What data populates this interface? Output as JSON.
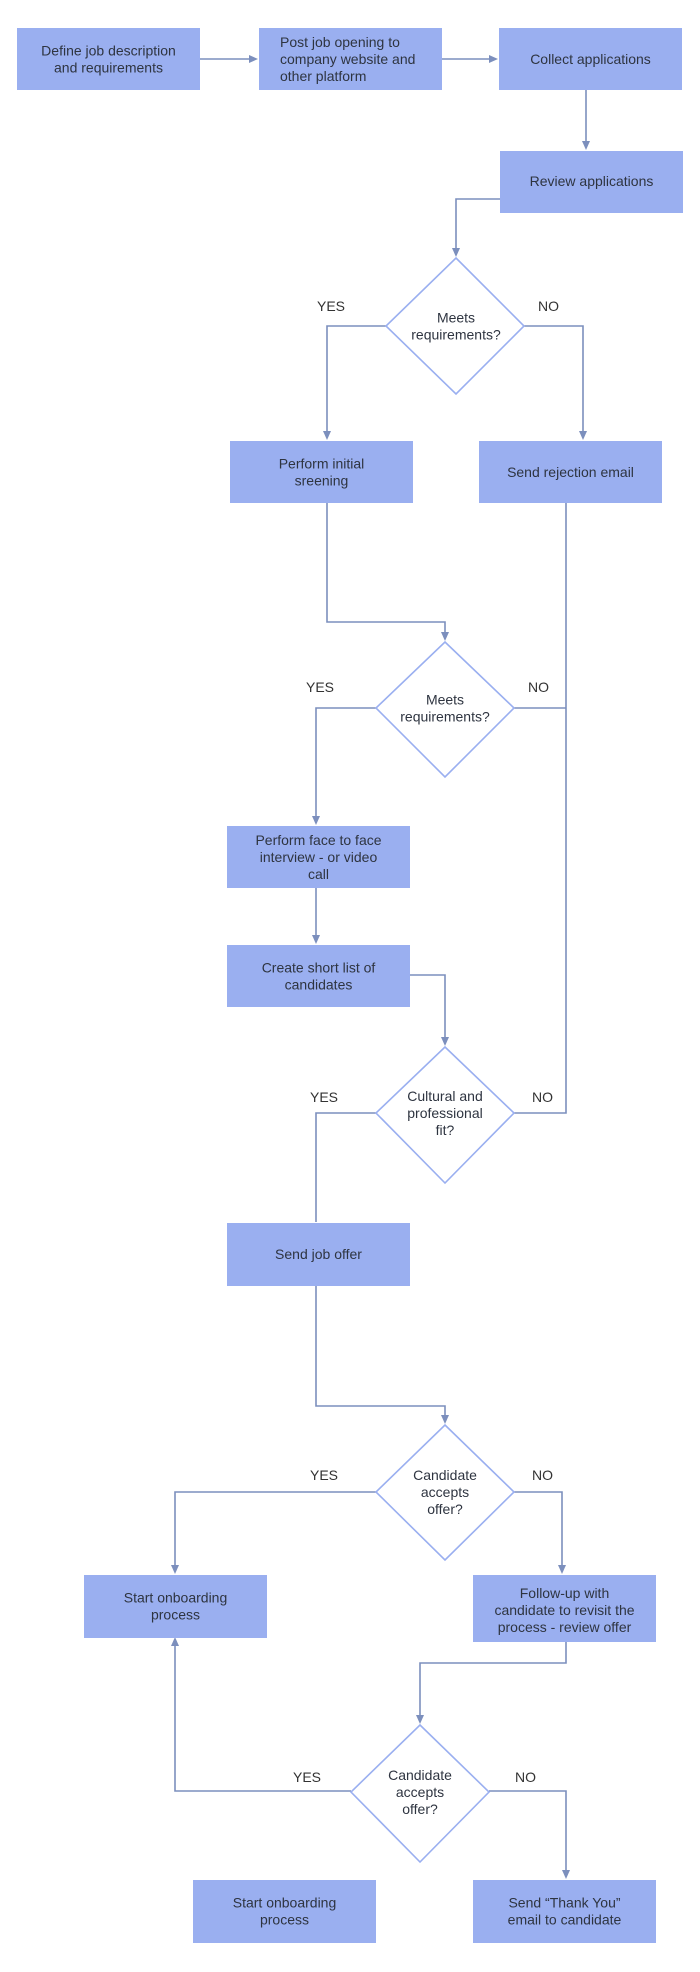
{
  "colors": {
    "process_fill": "#9aaff0",
    "decision_stroke": "#9aaff0",
    "connector": "#7c8fbd",
    "text": "#2e3440"
  },
  "nodes": {
    "define_job": {
      "lines": [
        "Define job description",
        "and requirements"
      ]
    },
    "post_job": {
      "lines": [
        "Post job opening to",
        "company website and",
        "other platform"
      ]
    },
    "collect_apps": {
      "lines": [
        "Collect applications"
      ]
    },
    "review_apps": {
      "lines": [
        "Review applications"
      ]
    },
    "decision_meets_1": {
      "lines": [
        "Meets",
        "requirements?"
      ]
    },
    "initial_screening": {
      "lines": [
        "Perform initial",
        "sreening"
      ]
    },
    "rejection_email": {
      "lines": [
        "Send rejection email"
      ]
    },
    "decision_meets_2": {
      "lines": [
        "Meets",
        "requirements?"
      ]
    },
    "interview": {
      "lines": [
        "Perform face to face",
        "interview - or video",
        "call"
      ]
    },
    "short_list": {
      "lines": [
        "Create short list of",
        "candidates"
      ]
    },
    "decision_fit": {
      "lines": [
        "Cultural and",
        "professional",
        "fit?"
      ]
    },
    "job_offer": {
      "lines": [
        "Send job offer"
      ]
    },
    "decision_accepts_1": {
      "lines": [
        "Candidate",
        "accepts",
        "offer?"
      ]
    },
    "onboarding_1": {
      "lines": [
        "Start onboarding",
        "process"
      ]
    },
    "follow_up": {
      "lines": [
        "Follow-up with",
        "candidate to revisit the",
        "process - review offer"
      ]
    },
    "decision_accepts_2": {
      "lines": [
        "Candidate",
        "accepts",
        "offer?"
      ]
    },
    "onboarding_2": {
      "lines": [
        "Start onboarding",
        "process"
      ]
    },
    "thank_you": {
      "lines": [
        "Send “Thank You”",
        "email to candidate"
      ]
    }
  },
  "edge_labels": {
    "d1_yes": "YES",
    "d1_no": "NO",
    "d2_yes": "YES",
    "d2_no": "NO",
    "d3_yes": "YES",
    "d3_no": "NO",
    "d4_yes": "YES",
    "d4_no": "NO",
    "d5_yes": "YES",
    "d5_no": "NO"
  }
}
